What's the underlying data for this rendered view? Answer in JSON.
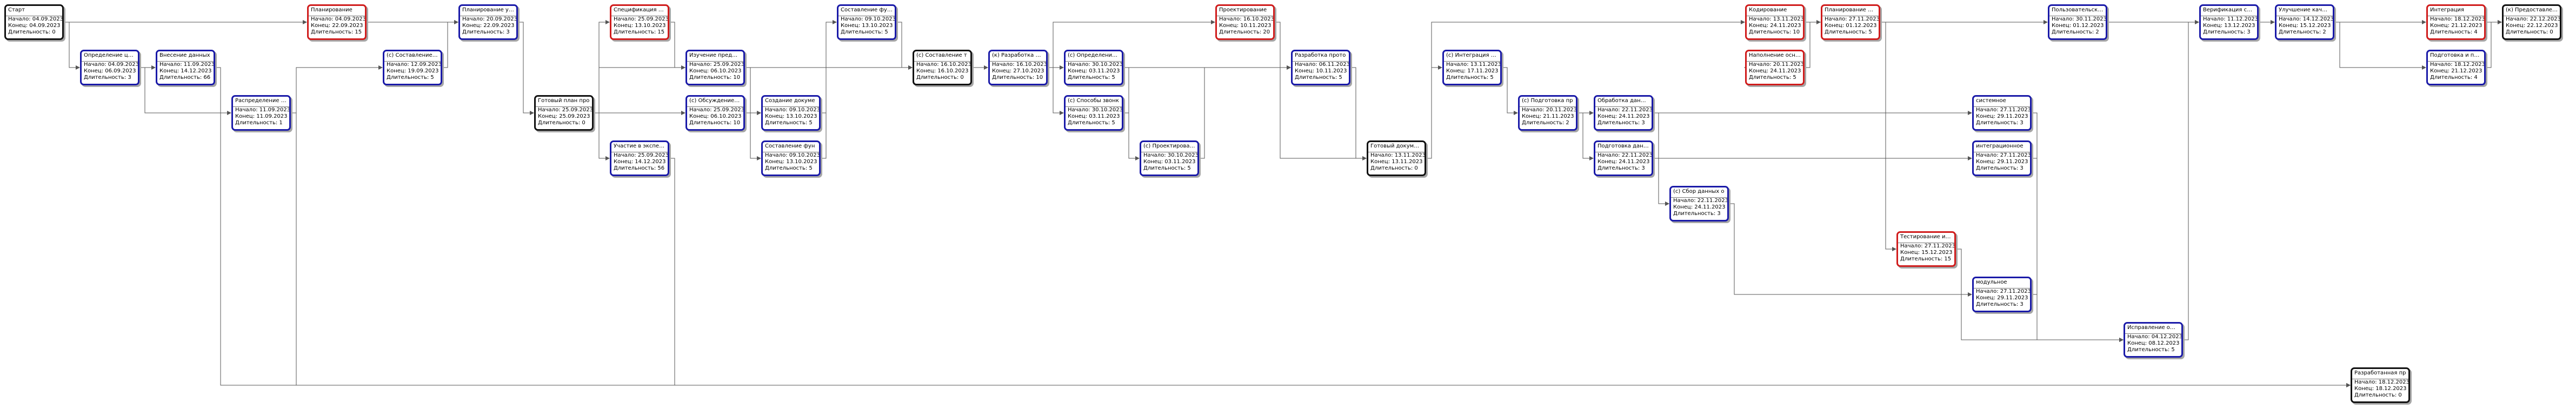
{
  "labels": {
    "start": "Начало:",
    "end": "Конец:",
    "duration": "Длительность:"
  },
  "colors": {
    "normal": "#1a1aa8",
    "critical": "#d01c1c",
    "milestone": "#111111",
    "connector": "#555555"
  },
  "nodes": [
    {
      "id": "n1",
      "title": "Старт",
      "start": "04.09.2023",
      "end": "04.09.2023",
      "duration": "0",
      "kind": "milestone"
    },
    {
      "id": "n2",
      "title": "Определение целе",
      "start": "04.09.2023",
      "end": "06.09.2023",
      "duration": "3",
      "kind": "normal"
    },
    {
      "id": "n3",
      "title": "Внесение данных",
      "start": "11.09.2023",
      "end": "14.12.2023",
      "duration": "66",
      "kind": "normal"
    },
    {
      "id": "n4",
      "title": "Распределение ро",
      "start": "11.09.2023",
      "end": "11.09.2023",
      "duration": "1",
      "kind": "normal"
    },
    {
      "id": "n5",
      "title": "Планирование",
      "start": "04.09.2023",
      "end": "22.09.2023",
      "duration": "15",
      "kind": "critical"
    },
    {
      "id": "n6",
      "title": "(с) Составление пл",
      "start": "12.09.2023",
      "end": "19.09.2023",
      "duration": "5",
      "kind": "normal"
    },
    {
      "id": "n7",
      "title": "Планирование уче",
      "start": "20.09.2023",
      "end": "22.09.2023",
      "duration": "3",
      "kind": "normal"
    },
    {
      "id": "n8",
      "title": "Готовый план про",
      "start": "25.09.2023",
      "end": "25.09.2023",
      "duration": "0",
      "kind": "milestone"
    },
    {
      "id": "n9",
      "title": "Спецификация тре",
      "start": "25.09.2023",
      "end": "13.10.2023",
      "duration": "15",
      "kind": "critical"
    },
    {
      "id": "n10",
      "title": "Участие в экспертиз",
      "start": "25.09.2023",
      "end": "14.12.2023",
      "duration": "56",
      "kind": "normal"
    },
    {
      "id": "n11",
      "title": "Изучение предмет",
      "start": "25.09.2023",
      "end": "06.10.2023",
      "duration": "10",
      "kind": "normal"
    },
    {
      "id": "n12",
      "title": "(с) Обсуждение де",
      "start": "25.09.2023",
      "end": "06.10.2023",
      "duration": "10",
      "kind": "normal"
    },
    {
      "id": "n13",
      "title": "Создание докуме",
      "start": "09.10.2023",
      "end": "13.10.2023",
      "duration": "5",
      "kind": "normal"
    },
    {
      "id": "n14",
      "title": "Составление фун",
      "start": "09.10.2023",
      "end": "13.10.2023",
      "duration": "5",
      "kind": "normal"
    },
    {
      "id": "n15",
      "title": "Составление функ",
      "start": "09.10.2023",
      "end": "13.10.2023",
      "duration": "5",
      "kind": "normal"
    },
    {
      "id": "n16",
      "title": "(с) Составление т",
      "start": "16.10.2023",
      "end": "16.10.2023",
      "duration": "0",
      "kind": "milestone"
    },
    {
      "id": "n17",
      "title": "(к) Разработка арх",
      "start": "16.10.2023",
      "end": "27.10.2023",
      "duration": "10",
      "kind": "normal"
    },
    {
      "id": "n18",
      "title": "(с) Определение с",
      "start": "30.10.2023",
      "end": "03.11.2023",
      "duration": "5",
      "kind": "normal"
    },
    {
      "id": "n19",
      "title": "(с) Способы звонк",
      "start": "30.10.2023",
      "end": "03.11.2023",
      "duration": "5",
      "kind": "normal"
    },
    {
      "id": "n20",
      "title": "(с) Проектировани",
      "start": "30.10.2023",
      "end": "03.11.2023",
      "duration": "5",
      "kind": "normal"
    },
    {
      "id": "n21",
      "title": "Проектирование",
      "start": "16.10.2023",
      "end": "10.11.2023",
      "duration": "20",
      "kind": "critical"
    },
    {
      "id": "n22",
      "title": "Разработка прото",
      "start": "06.11.2023",
      "end": "10.11.2023",
      "duration": "5",
      "kind": "normal"
    },
    {
      "id": "n23",
      "title": "Готовый документ",
      "start": "13.11.2023",
      "end": "13.11.2023",
      "duration": "0",
      "kind": "milestone"
    },
    {
      "id": "n24",
      "title": "(с) Интеграция уко",
      "start": "13.11.2023",
      "end": "17.11.2023",
      "duration": "5",
      "kind": "normal"
    },
    {
      "id": "n25",
      "title": "(с) Подготовка пр",
      "start": "20.11.2023",
      "end": "21.11.2023",
      "duration": "2",
      "kind": "normal"
    },
    {
      "id": "n26",
      "title": "Обработка данных",
      "start": "22.11.2023",
      "end": "24.11.2023",
      "duration": "3",
      "kind": "normal"
    },
    {
      "id": "n27",
      "title": "Подготовка данны",
      "start": "22.11.2023",
      "end": "24.11.2023",
      "duration": "3",
      "kind": "normal"
    },
    {
      "id": "n28",
      "title": "(с) Сбор данных о",
      "start": "22.11.2023",
      "end": "24.11.2023",
      "duration": "3",
      "kind": "normal"
    },
    {
      "id": "n29",
      "title": "Кодирование",
      "start": "13.11.2023",
      "end": "24.11.2023",
      "duration": "10",
      "kind": "critical"
    },
    {
      "id": "n30",
      "title": "Наполнение основ",
      "start": "20.11.2023",
      "end": "24.11.2023",
      "duration": "5",
      "kind": "critical"
    },
    {
      "id": "n31",
      "title": "Планирование и те",
      "start": "27.11.2023",
      "end": "01.12.2023",
      "duration": "5",
      "kind": "critical"
    },
    {
      "id": "n32",
      "title": "Тестирование и от",
      "start": "27.11.2023",
      "end": "15.12.2023",
      "duration": "15",
      "kind": "critical"
    },
    {
      "id": "n33",
      "title": "системное",
      "start": "27.11.2023",
      "end": "29.11.2023",
      "duration": "3",
      "kind": "normal"
    },
    {
      "id": "n34",
      "title": "интеграционное",
      "start": "27.11.2023",
      "end": "29.11.2023",
      "duration": "3",
      "kind": "normal"
    },
    {
      "id": "n35",
      "title": "модульное",
      "start": "27.11.2023",
      "end": "29.11.2023",
      "duration": "3",
      "kind": "normal"
    },
    {
      "id": "n36",
      "title": "Пользовательское",
      "start": "30.11.2023",
      "end": "01.12.2023",
      "duration": "2",
      "kind": "normal"
    },
    {
      "id": "n37",
      "title": "Исправление ошиб",
      "start": "04.12.2023",
      "end": "08.12.2023",
      "duration": "5",
      "kind": "normal"
    },
    {
      "id": "n38",
      "title": "Верификация сист",
      "start": "11.12.2023",
      "end": "13.12.2023",
      "duration": "3",
      "kind": "normal"
    },
    {
      "id": "n39",
      "title": "Улучшение качест",
      "start": "14.12.2023",
      "end": "15.12.2023",
      "duration": "2",
      "kind": "normal"
    },
    {
      "id": "n40",
      "title": "Разработанная пр",
      "start": "18.12.2023",
      "end": "18.12.2023",
      "duration": "0",
      "kind": "milestone"
    },
    {
      "id": "n41",
      "title": "Интеграция",
      "start": "18.12.2023",
      "end": "21.12.2023",
      "duration": "4",
      "kind": "critical"
    },
    {
      "id": "n42",
      "title": "Подготовка и пров",
      "start": "18.12.2023",
      "end": "21.12.2023",
      "duration": "4",
      "kind": "normal"
    },
    {
      "id": "n43",
      "title": "(к) Предоставлени",
      "start": "22.12.2023",
      "end": "22.12.2023",
      "duration": "0",
      "kind": "milestone"
    }
  ],
  "edges": [
    [
      "n1",
      "n2"
    ],
    [
      "n1",
      "n5"
    ],
    [
      "n2",
      "n3"
    ],
    [
      "n2",
      "n4"
    ],
    [
      "n4",
      "n6"
    ],
    [
      "n4",
      "n40"
    ],
    [
      "n5",
      "n7"
    ],
    [
      "n6",
      "n7"
    ],
    [
      "n7",
      "n8"
    ],
    [
      "n8",
      "n9"
    ],
    [
      "n8",
      "n10"
    ],
    [
      "n8",
      "n11"
    ],
    [
      "n8",
      "n12"
    ],
    [
      "n11",
      "n13"
    ],
    [
      "n12",
      "n13"
    ],
    [
      "n12",
      "n14"
    ],
    [
      "n13",
      "n15"
    ],
    [
      "n14",
      "n16"
    ],
    [
      "n15",
      "n16"
    ],
    [
      "n9",
      "n16"
    ],
    [
      "n16",
      "n17"
    ],
    [
      "n17",
      "n18"
    ],
    [
      "n17",
      "n19"
    ],
    [
      "n19",
      "n20"
    ],
    [
      "n17",
      "n21"
    ],
    [
      "n18",
      "n22"
    ],
    [
      "n19",
      "n22"
    ],
    [
      "n20",
      "n22"
    ],
    [
      "n21",
      "n23"
    ],
    [
      "n22",
      "n23"
    ],
    [
      "n23",
      "n24"
    ],
    [
      "n24",
      "n25"
    ],
    [
      "n25",
      "n26"
    ],
    [
      "n25",
      "n27"
    ],
    [
      "n26",
      "n28"
    ],
    [
      "n27",
      "n28"
    ],
    [
      "n23",
      "n29"
    ],
    [
      "n29",
      "n30"
    ],
    [
      "n29",
      "n31"
    ],
    [
      "n31",
      "n32"
    ],
    [
      "n26",
      "n33"
    ],
    [
      "n27",
      "n34"
    ],
    [
      "n28",
      "n35"
    ],
    [
      "n30",
      "n36"
    ],
    [
      "n33",
      "n37"
    ],
    [
      "n34",
      "n37"
    ],
    [
      "n35",
      "n37"
    ],
    [
      "n32",
      "n37"
    ],
    [
      "n36",
      "n38"
    ],
    [
      "n37",
      "n38"
    ],
    [
      "n38",
      "n39"
    ],
    [
      "n39",
      "n41"
    ],
    [
      "n39",
      "n42"
    ],
    [
      "n41",
      "n43"
    ],
    [
      "n42",
      "n43"
    ],
    [
      "n3",
      "n40"
    ],
    [
      "n10",
      "n40"
    ]
  ]
}
